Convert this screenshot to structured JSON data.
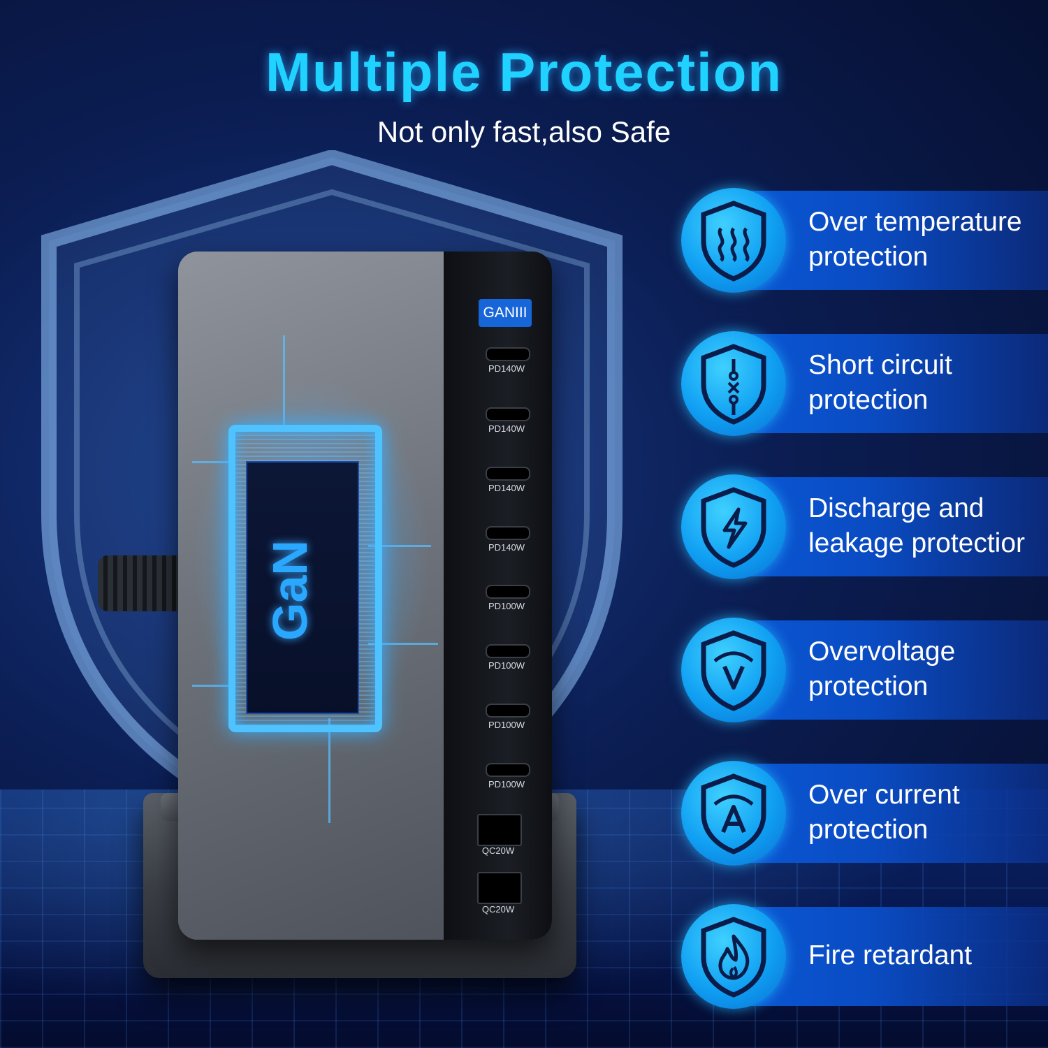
{
  "header": {
    "title": "Multiple Protection",
    "subtitle": "Not only fast,also Safe"
  },
  "product": {
    "brand_badge": "GANIII",
    "chip_label": "GaN",
    "ports": [
      "PD140W",
      "PD140W",
      "PD140W",
      "PD140W",
      "PD100W",
      "PD100W",
      "PD100W",
      "PD100W",
      "QC20W",
      "QC20W"
    ]
  },
  "features": [
    {
      "icon": "heat-waves-shield-icon",
      "text": "Over temperature\nprotection"
    },
    {
      "icon": "short-circuit-shield-icon",
      "text": "Short circuit\nprotection"
    },
    {
      "icon": "lightning-shield-icon",
      "text": "Discharge and\nleakage protectior"
    },
    {
      "icon": "voltage-shield-icon",
      "text": "Overvoltage\nprotection"
    },
    {
      "icon": "current-shield-icon",
      "text": "Over current\nprotection"
    },
    {
      "icon": "flame-shield-icon",
      "text": "Fire retardant"
    }
  ],
  "colors": {
    "title": "#1fd2ff",
    "accent": "#0f9ef2",
    "band": "#0a58d6",
    "background": "#0b1d52"
  }
}
